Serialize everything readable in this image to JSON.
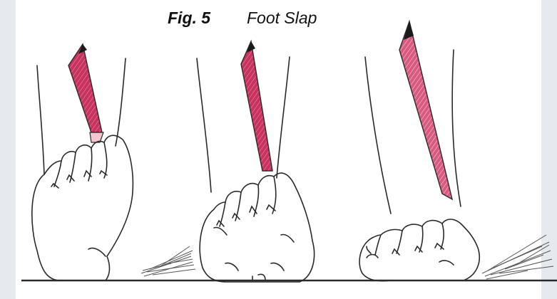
{
  "figure": {
    "label": "Fig. 5",
    "title": "Foot Slap"
  },
  "colors": {
    "background": "#ffffff",
    "frame_shadow": "#d9dde2",
    "line": "#2a2a2a",
    "muscle_fill": "#c8325e",
    "muscle_light": "#e7a2b6",
    "tendon_tip": "#f4c7d0"
  },
  "panels": [
    {
      "id": "foot-1",
      "description_icon": "foot-forefoot-contact-icon"
    },
    {
      "id": "foot-2",
      "description_icon": "foot-midstance-icon"
    },
    {
      "id": "foot-3",
      "description_icon": "foot-slap-icon"
    }
  ]
}
